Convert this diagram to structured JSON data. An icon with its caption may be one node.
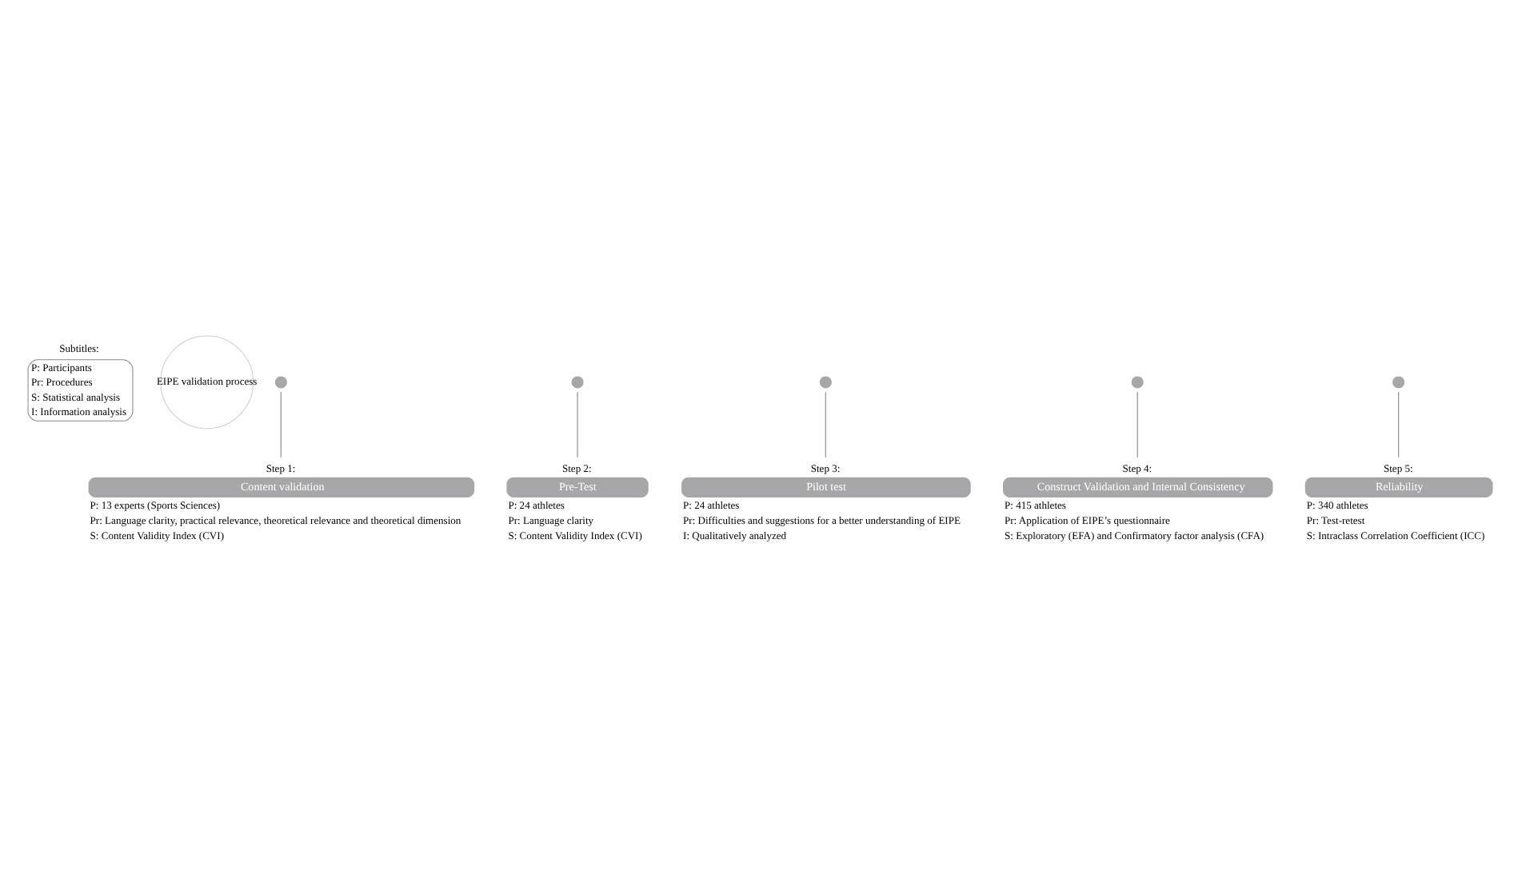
{
  "diagram": {
    "nodes": [
      {
        "text": [
          "Subtitles:",
          "P: Participants",
          "Pr: Procedures",
          "S: Statistical analysis",
          "I: Information analysis"
        ]
      },
      {
        "text": [
          "EIPE validation process"
        ]
      },
      {
        "text": [],
        "shape": "circle"
      },
      {
        "text": [],
        "shape": "circle"
      },
      {
        "text": [],
        "shape": "circle"
      },
      {
        "text": [],
        "shape": "circle"
      },
      {
        "text": [],
        "shape": "circle"
      },
      {
        "text": [
          "Step 1:",
          "Content validation"
        ],
        "beside": [
          "P: 13 experts (Sports Sciences)",
          "Pr: Language clarity, practical relevance, theoretical relevance and theoretical dimension",
          "S: Content Validity Index (CVI)"
        ]
      },
      {
        "text": [
          "Step 2:",
          "Pre-Test"
        ],
        "beside": [
          "P: 24 athletes",
          "Pr: Language clarity",
          "S: Content Validity Index (CVI)"
        ]
      },
      {
        "text": [
          "Step 3:",
          "Pilot test"
        ],
        "beside": [
          "P: 24 athletes",
          "Pr: Difficulties and suggestions for a better understanding of EIPE",
          "I: Qualitatively analyzed"
        ]
      },
      {
        "text": [
          "Step 4:",
          "Construct Validation and Internal Consistency"
        ],
        "beside": [
          "P: 415 athletes",
          "Pr: Application of EIPE’s questionnaire",
          "S: Exploratory (EFA) and Confirmatory factor analysis (CFA)"
        ]
      },
      {
        "text": [
          "Step 5:",
          "Reliability"
        ],
        "beside": [
          "P: 340 athletes",
          "Pr: Test-retest",
          "S: Intraclass Correlation Coefficient (ICC)"
        ]
      }
    ],
    "edges": [
      {
        "from": 2,
        "to": 7,
        "arrow": "none"
      },
      {
        "from": 3,
        "to": 8,
        "arrow": "none"
      },
      {
        "from": 4,
        "to": 9,
        "arrow": "none"
      },
      {
        "from": 5,
        "to": 10,
        "arrow": "none"
      },
      {
        "from": 6,
        "to": 11,
        "arrow": "none"
      }
    ]
  }
}
